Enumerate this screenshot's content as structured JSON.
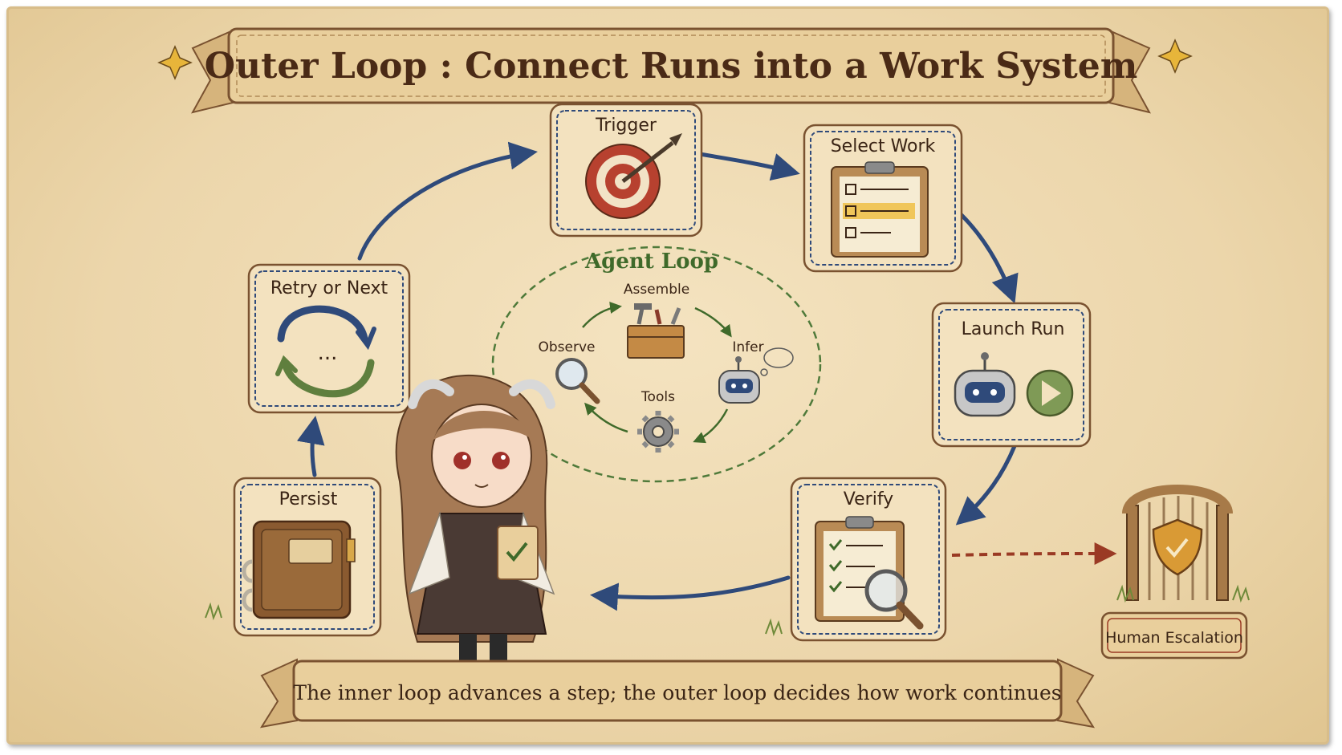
{
  "title": "Outer Loop : Connect Runs into a Work System",
  "footer": "The inner loop advances a step; the outer loop decides how work continues",
  "outer_steps": {
    "trigger": "Trigger",
    "select_work": "Select Work",
    "launch_run": "Launch Run",
    "verify": "Verify",
    "persist": "Persist",
    "retry_or_next": "Retry or Next"
  },
  "retry_ellipsis": "...",
  "agent_loop": {
    "title": "Agent Loop",
    "assemble": "Assemble",
    "infer": "Infer",
    "tools": "Tools",
    "observe": "Observe"
  },
  "escalation": "Human Escalation",
  "colors": {
    "parchment": "#efdcb4",
    "ink": "#3a2415",
    "arrow_blue": "#2f4a7a",
    "loop_green": "#3f6a2a",
    "escalation_red": "#9a3a24"
  }
}
